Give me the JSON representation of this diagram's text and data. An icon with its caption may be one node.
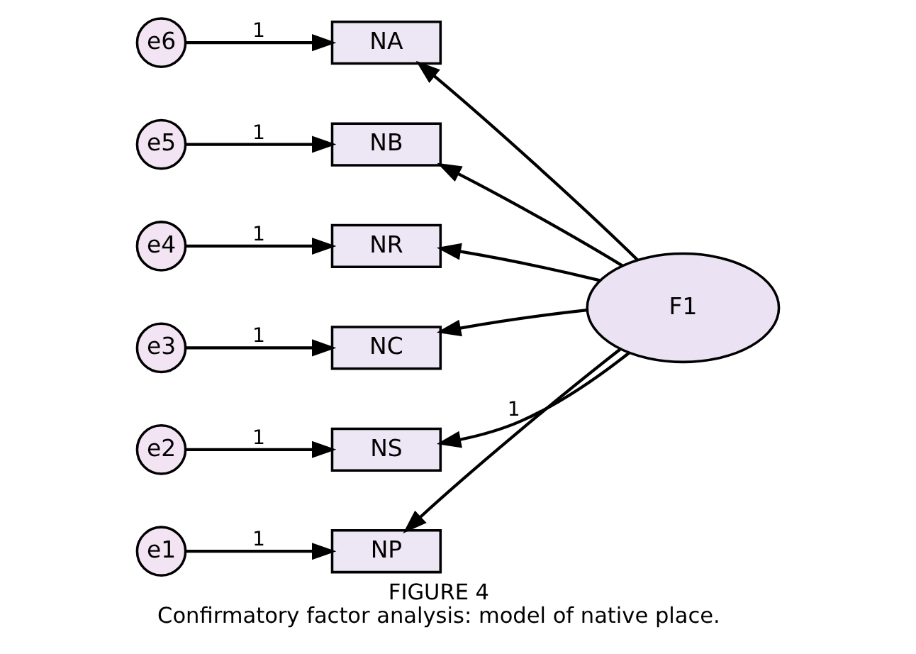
{
  "diagram": {
    "title": "FIGURE 4",
    "caption": "Confirmatory factor analysis: model of native place.",
    "nodes": [
      {
        "text": [
          "e6"
        ]
      },
      {
        "text": [
          "e5"
        ]
      },
      {
        "text": [
          "e4"
        ]
      },
      {
        "text": [
          "e3"
        ]
      },
      {
        "text": [
          "e2"
        ]
      },
      {
        "text": [
          "e1"
        ]
      },
      {
        "text": [
          "NA"
        ]
      },
      {
        "text": [
          "NB"
        ]
      },
      {
        "text": [
          "NR"
        ]
      },
      {
        "text": [
          "NC"
        ]
      },
      {
        "text": [
          "NS"
        ]
      },
      {
        "text": [
          "NP"
        ]
      },
      {
        "text": [
          "F1"
        ]
      }
    ],
    "edges": [
      {
        "from": 0,
        "to": 6,
        "arrow": "to",
        "label": "1"
      },
      {
        "from": 1,
        "to": 7,
        "arrow": "to",
        "label": "1"
      },
      {
        "from": 2,
        "to": 8,
        "arrow": "to",
        "label": "1"
      },
      {
        "from": 3,
        "to": 9,
        "arrow": "to",
        "label": "1"
      },
      {
        "from": 4,
        "to": 10,
        "arrow": "to",
        "label": "1"
      },
      {
        "from": 5,
        "to": 11,
        "arrow": "to",
        "label": "1"
      },
      {
        "from": 12,
        "to": 6,
        "arrow": "to"
      },
      {
        "from": 12,
        "to": 7,
        "arrow": "to"
      },
      {
        "from": 12,
        "to": 8,
        "arrow": "to"
      },
      {
        "from": 12,
        "to": 9,
        "arrow": "to"
      },
      {
        "from": 12,
        "to": 10,
        "arrow": "to",
        "label": "1"
      },
      {
        "from": 12,
        "to": 11,
        "arrow": "to"
      }
    ]
  }
}
